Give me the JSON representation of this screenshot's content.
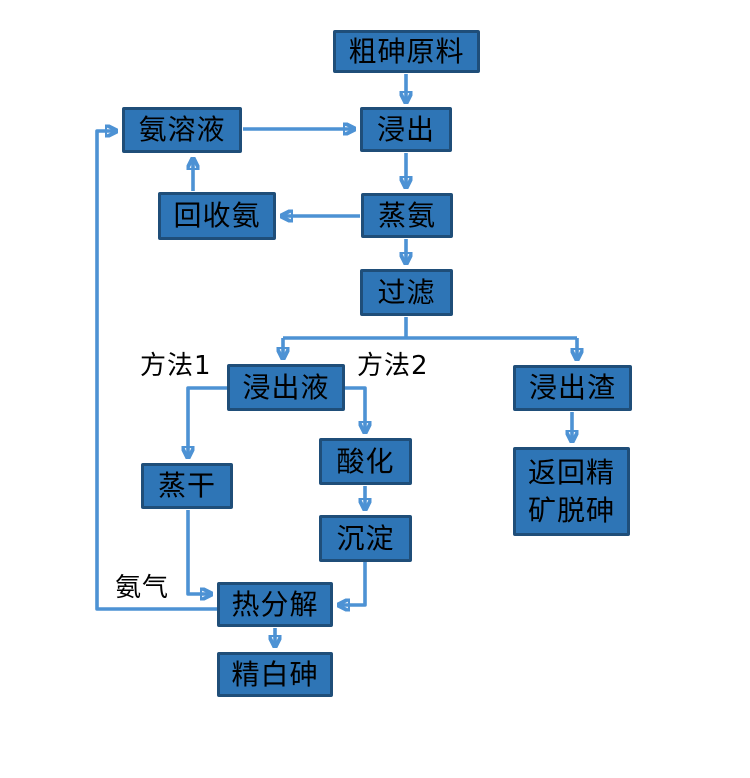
{
  "diagram": {
    "type": "flowchart",
    "subject": "arsenic-refining-process",
    "colors": {
      "node_fill": "#2E75B6",
      "node_border": "#1F4E79",
      "connector": "#4D92D4",
      "text": "#000000",
      "background": "#FFFFFF"
    },
    "nodes": [
      {
        "id": "crude-arsenic",
        "label": "粗砷原料"
      },
      {
        "id": "leaching",
        "label": "浸出"
      },
      {
        "id": "ammonia-solution",
        "label": "氨溶液"
      },
      {
        "id": "ammonia-recovery",
        "label": "回收氨"
      },
      {
        "id": "ammonia-distillation",
        "label": "蒸氨"
      },
      {
        "id": "filtration",
        "label": "过滤"
      },
      {
        "id": "leachate",
        "label": "浸出液"
      },
      {
        "id": "leach-residue",
        "label": "浸出渣"
      },
      {
        "id": "return-concentrate",
        "label": "返回精矿脱砷"
      },
      {
        "id": "evaporation",
        "label": "蒸干"
      },
      {
        "id": "acidification",
        "label": "酸化"
      },
      {
        "id": "precipitation",
        "label": "沉淀"
      },
      {
        "id": "thermal-decomposition",
        "label": "热分解"
      },
      {
        "id": "refined-white-arsenic",
        "label": "精白砷"
      }
    ],
    "labels": [
      {
        "id": "method-1",
        "text": "方法1"
      },
      {
        "id": "method-2",
        "text": "方法2"
      },
      {
        "id": "ammonia-gas",
        "text": "氨气"
      }
    ],
    "edges": [
      {
        "from": "crude-arsenic",
        "to": "leaching"
      },
      {
        "from": "ammonia-solution",
        "to": "leaching"
      },
      {
        "from": "leaching",
        "to": "ammonia-distillation"
      },
      {
        "from": "ammonia-distillation",
        "to": "ammonia-recovery"
      },
      {
        "from": "ammonia-recovery",
        "to": "ammonia-solution"
      },
      {
        "from": "ammonia-distillation",
        "to": "filtration"
      },
      {
        "from": "filtration",
        "to": "leachate"
      },
      {
        "from": "filtration",
        "to": "leach-residue"
      },
      {
        "from": "leachate",
        "to": "evaporation",
        "branch_label": "方法1"
      },
      {
        "from": "leachate",
        "to": "acidification",
        "branch_label": "方法2"
      },
      {
        "from": "acidification",
        "to": "precipitation"
      },
      {
        "from": "precipitation",
        "to": "thermal-decomposition"
      },
      {
        "from": "evaporation",
        "to": "thermal-decomposition"
      },
      {
        "from": "thermal-decomposition",
        "to": "ammonia-solution",
        "branch_label": "氨气"
      },
      {
        "from": "thermal-decomposition",
        "to": "refined-white-arsenic"
      },
      {
        "from": "leach-residue",
        "to": "return-concentrate"
      }
    ]
  }
}
